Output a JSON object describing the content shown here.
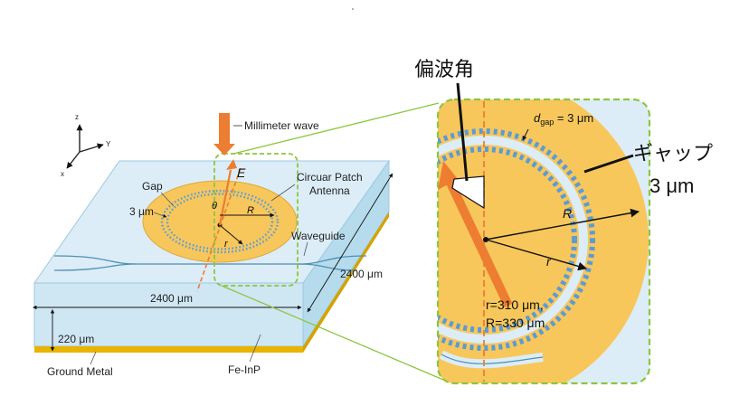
{
  "diagram": {
    "axes": {
      "z": "z",
      "y": "Y",
      "x": "x"
    },
    "left": {
      "millimeter_wave": "Millimeter wave",
      "e_field": "E",
      "theta": "θ",
      "circular_patch_antenna_line1": "Circuar Patch",
      "circular_patch_antenna_line2": "Antenna",
      "gap": "Gap",
      "gap_size": "3 μm",
      "R": "R",
      "r": "r",
      "waveguide": "Waveguide",
      "width_2400": "2400 μm",
      "depth_2400": "2400 μm",
      "thickness_220": "220 μm",
      "ground_metal": "Ground Metal",
      "substrate": "Fe-InP"
    },
    "right": {
      "polarization_angle": "偏波角",
      "d_gap": "d",
      "d_gap_sub": "gap",
      "d_gap_value": " = 3 μm",
      "gap_jp": "ギャップ",
      "gap_jp_value": "3 μm",
      "R": "R",
      "r": "r",
      "r_value": "r=310 μm,",
      "R_value": "R=330 μm"
    },
    "colors": {
      "substrate_top": "#dcedf7",
      "substrate_side": "#bfe0ef",
      "patch": "#f7c75c",
      "gap_dots": "#5b9bd5",
      "dashed_green": "#8cc63f",
      "arrow_orange": "#ed7d31",
      "ground_gold": "#e8b400"
    }
  }
}
